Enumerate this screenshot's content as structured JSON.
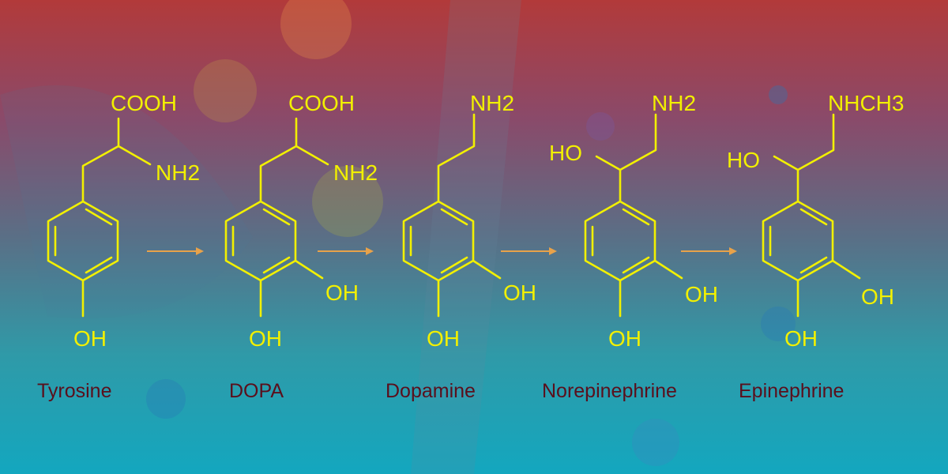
{
  "colors": {
    "structure": "#f2f000",
    "arrow": "#e8a24a",
    "name_text": "#5a0f1c",
    "bg_top": "#b23a3a",
    "bg_bottom": "#13a7bf"
  },
  "compounds": [
    {
      "name": "Tyrosine",
      "labels": {
        "cooh": "COOH",
        "nh2": "NH2",
        "oh4": "OH"
      }
    },
    {
      "name": "DOPA",
      "labels": {
        "cooh": "COOH",
        "nh2": "NH2",
        "oh3": "OH",
        "oh4": "OH"
      }
    },
    {
      "name": "Dopamine",
      "labels": {
        "nh2": "NH2",
        "oh3": "OH",
        "oh4": "OH"
      }
    },
    {
      "name": "Norepinephrine",
      "labels": {
        "ho": "HO",
        "nh2": "NH2",
        "oh3": "OH",
        "oh4": "OH"
      }
    },
    {
      "name": "Epinephrine",
      "labels": {
        "ho": "HO",
        "nhch3": "NHCH3",
        "oh3": "OH",
        "oh4": "OH"
      }
    }
  ],
  "arrows": 4
}
